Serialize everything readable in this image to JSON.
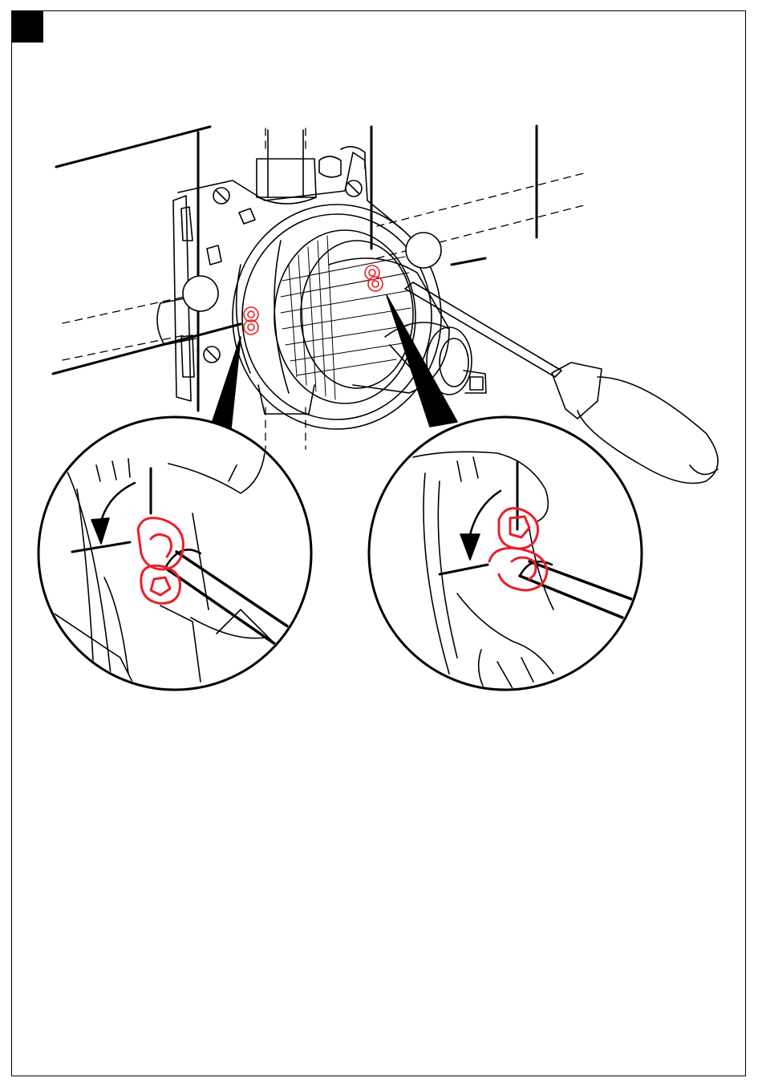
{
  "colors": {
    "line": "#000000",
    "highlight": "#e8202a",
    "background": "#ffffff"
  },
  "figure": {
    "step_marker": "",
    "main_view": "valve-body-with-screwdriver",
    "detail_left": "clip-removal-left",
    "detail_right": "clip-removal-right"
  }
}
